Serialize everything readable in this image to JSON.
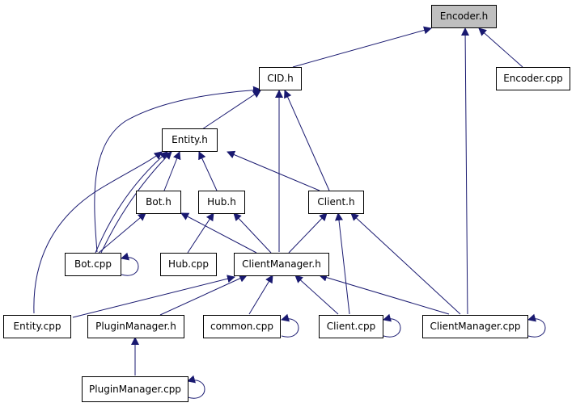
{
  "colors": {
    "edge": "#191970",
    "node_border": "#000000",
    "highlight_fill": "#bfbfbf",
    "node_fill": "#ffffff"
  },
  "nodes": {
    "encoder_h": "Encoder.h",
    "encoder_cpp": "Encoder.cpp",
    "cid_h": "CID.h",
    "entity_h": "Entity.h",
    "bot_h": "Bot.h",
    "hub_h": "Hub.h",
    "client_h": "Client.h",
    "bot_cpp": "Bot.cpp",
    "hub_cpp": "Hub.cpp",
    "clientmanager_h": "ClientManager.h",
    "entity_cpp": "Entity.cpp",
    "pluginmanager_h": "PluginManager.h",
    "common_cpp": "common.cpp",
    "client_cpp": "Client.cpp",
    "clientmanager_cpp": "ClientManager.cpp",
    "pluginmanager_cpp": "PluginManager.cpp"
  }
}
